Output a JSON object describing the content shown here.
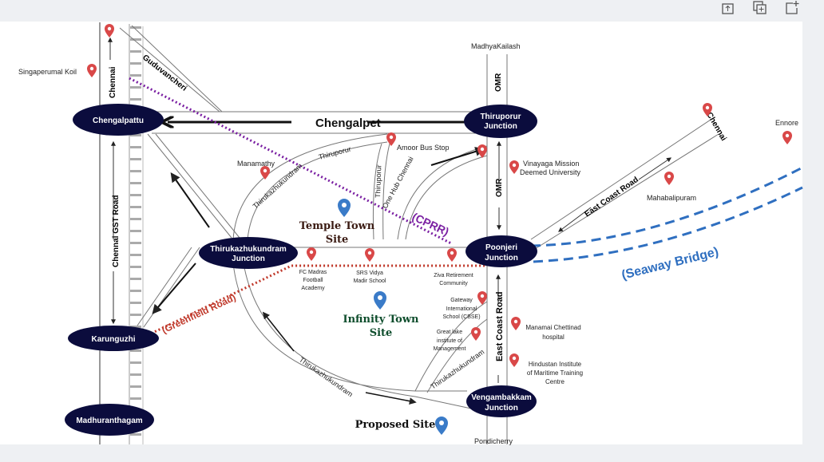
{
  "toolbar": {
    "icons": [
      "share-upload-icon",
      "duplicate-add-icon",
      "new-page-icon"
    ]
  },
  "junctions": {
    "chengalpattu": "Chengalpattu",
    "thiruporur": [
      "Thiruporur",
      "Junction"
    ],
    "thirukazhukundram": [
      "Thirukazhukundram",
      "Junction"
    ],
    "poonjeri": [
      "Poonjeri",
      "Junction"
    ],
    "karunguzhi": "Karunguzhi",
    "madhuranthagam": "Madhuranthagam",
    "vengambakkam": [
      "Vengambakkam",
      "Junction"
    ]
  },
  "roads": {
    "chengalpet": "Chengalpet",
    "chennai_north": "Chennai",
    "guduvancheri": "Guduvancheri",
    "gst": "Chennai GST Road",
    "omr_top": "OMR",
    "omr_mid": "OMR",
    "ecr_vertical": "East Coast Road",
    "ecr_diag": "East Coast Road",
    "chennai_ecr": "Chennai",
    "thiruporur_arc": "Thiruporur",
    "thirukazhukundram_arc": "Thirukazhukundram",
    "thiruporur_vert": "Thiruporur",
    "one_hub": "One Hub Chennai",
    "thirukazhukundram_lower": "Thirukazhukundram",
    "thirukazhukundram_link": "Thirukazhukundram",
    "cprr": "(CPRR)",
    "greenfield": "(Greenfield Road)",
    "seaway": "(Seaway Bridge)"
  },
  "places": {
    "singaperumal": "Singaperumal Koil",
    "madhyakailash": "MadhyaKailash",
    "amoor": "Amoor Bus Stop",
    "manamathy": "Manamathy",
    "vinayaga": [
      "Vinayaga Mission",
      "Deemed University"
    ],
    "ennore": "Ennore",
    "mahabalipuram": "Mahabalipuram",
    "fc_madras": [
      "FC Madras",
      "Football",
      "Academy"
    ],
    "srs": [
      "SRS Vidya",
      "Madir School"
    ],
    "ziva": [
      "Ziva Retirement",
      "Community"
    ],
    "gateway": [
      "Gateway",
      "International",
      "School (CBSE)"
    ],
    "greatlake": [
      "Great lake",
      "institute of",
      "Management"
    ],
    "manamai": [
      "Manamai Chettinad",
      "hospital"
    ],
    "hindustan": [
      "Hindustan Institute",
      "of Maritime Training",
      "Centre"
    ],
    "pondicherry": "Pondicherry"
  },
  "sites": {
    "temple": [
      "Temple Town",
      "Site"
    ],
    "infinity": [
      "Infinity Town",
      "Site"
    ],
    "proposed": "Proposed Site"
  },
  "colors": {
    "junction": "#0b0c3d",
    "pin": "#d94848",
    "site_pin": "#3a7bc8",
    "cprr": "#7a1fa2",
    "greenfield": "#c0392b",
    "seaway": "#2f6fc0",
    "temple": "#3a1a12",
    "infinity": "#0e4d2c"
  }
}
